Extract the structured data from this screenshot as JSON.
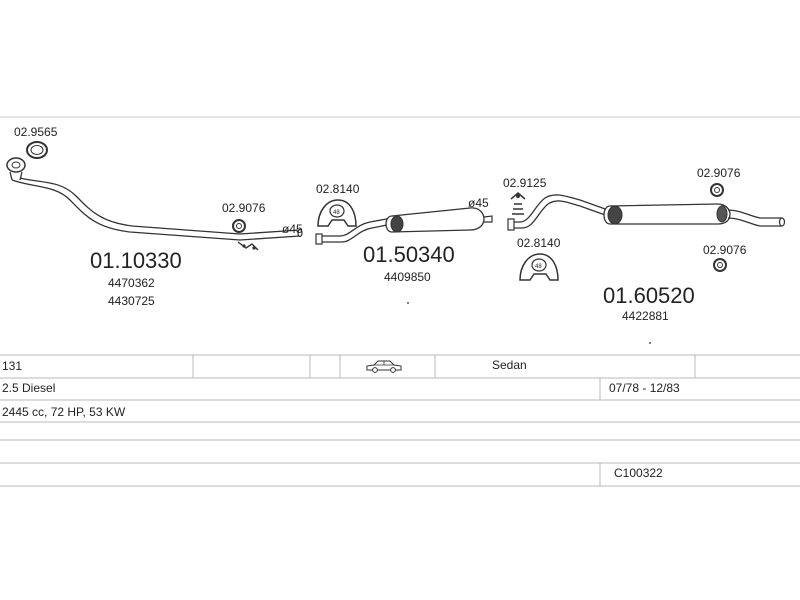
{
  "parts": {
    "clamp_front": "02.9565",
    "gasket_a": "02.9076",
    "hanger_mid": "02.8140",
    "clamp_rear": "02.9125",
    "hanger_rear": "02.8140",
    "gasket_b": "02.9076",
    "gasket_c": "02.9076",
    "front_pipe_code": "01.10330",
    "front_pipe_ref_1": "4470362",
    "front_pipe_ref_2": "4430725",
    "front_pipe_diameter": "ø45",
    "center_silencer_code": "01.50340",
    "center_silencer_ref": "4409850",
    "center_silencer_diameter": "ø45",
    "rear_silencer_code": "01.60520",
    "rear_silencer_ref": "4422881",
    "hanger_size": "48"
  },
  "vehicle": {
    "model": "131",
    "body_type": "Sedan",
    "engine": "2.5 Diesel",
    "years": "07/78 - 12/83",
    "specs": "2445 cc, 72 HP, 53 KW",
    "kit_code": "C100322"
  },
  "icons": {
    "body": "sedan-car-icon"
  }
}
